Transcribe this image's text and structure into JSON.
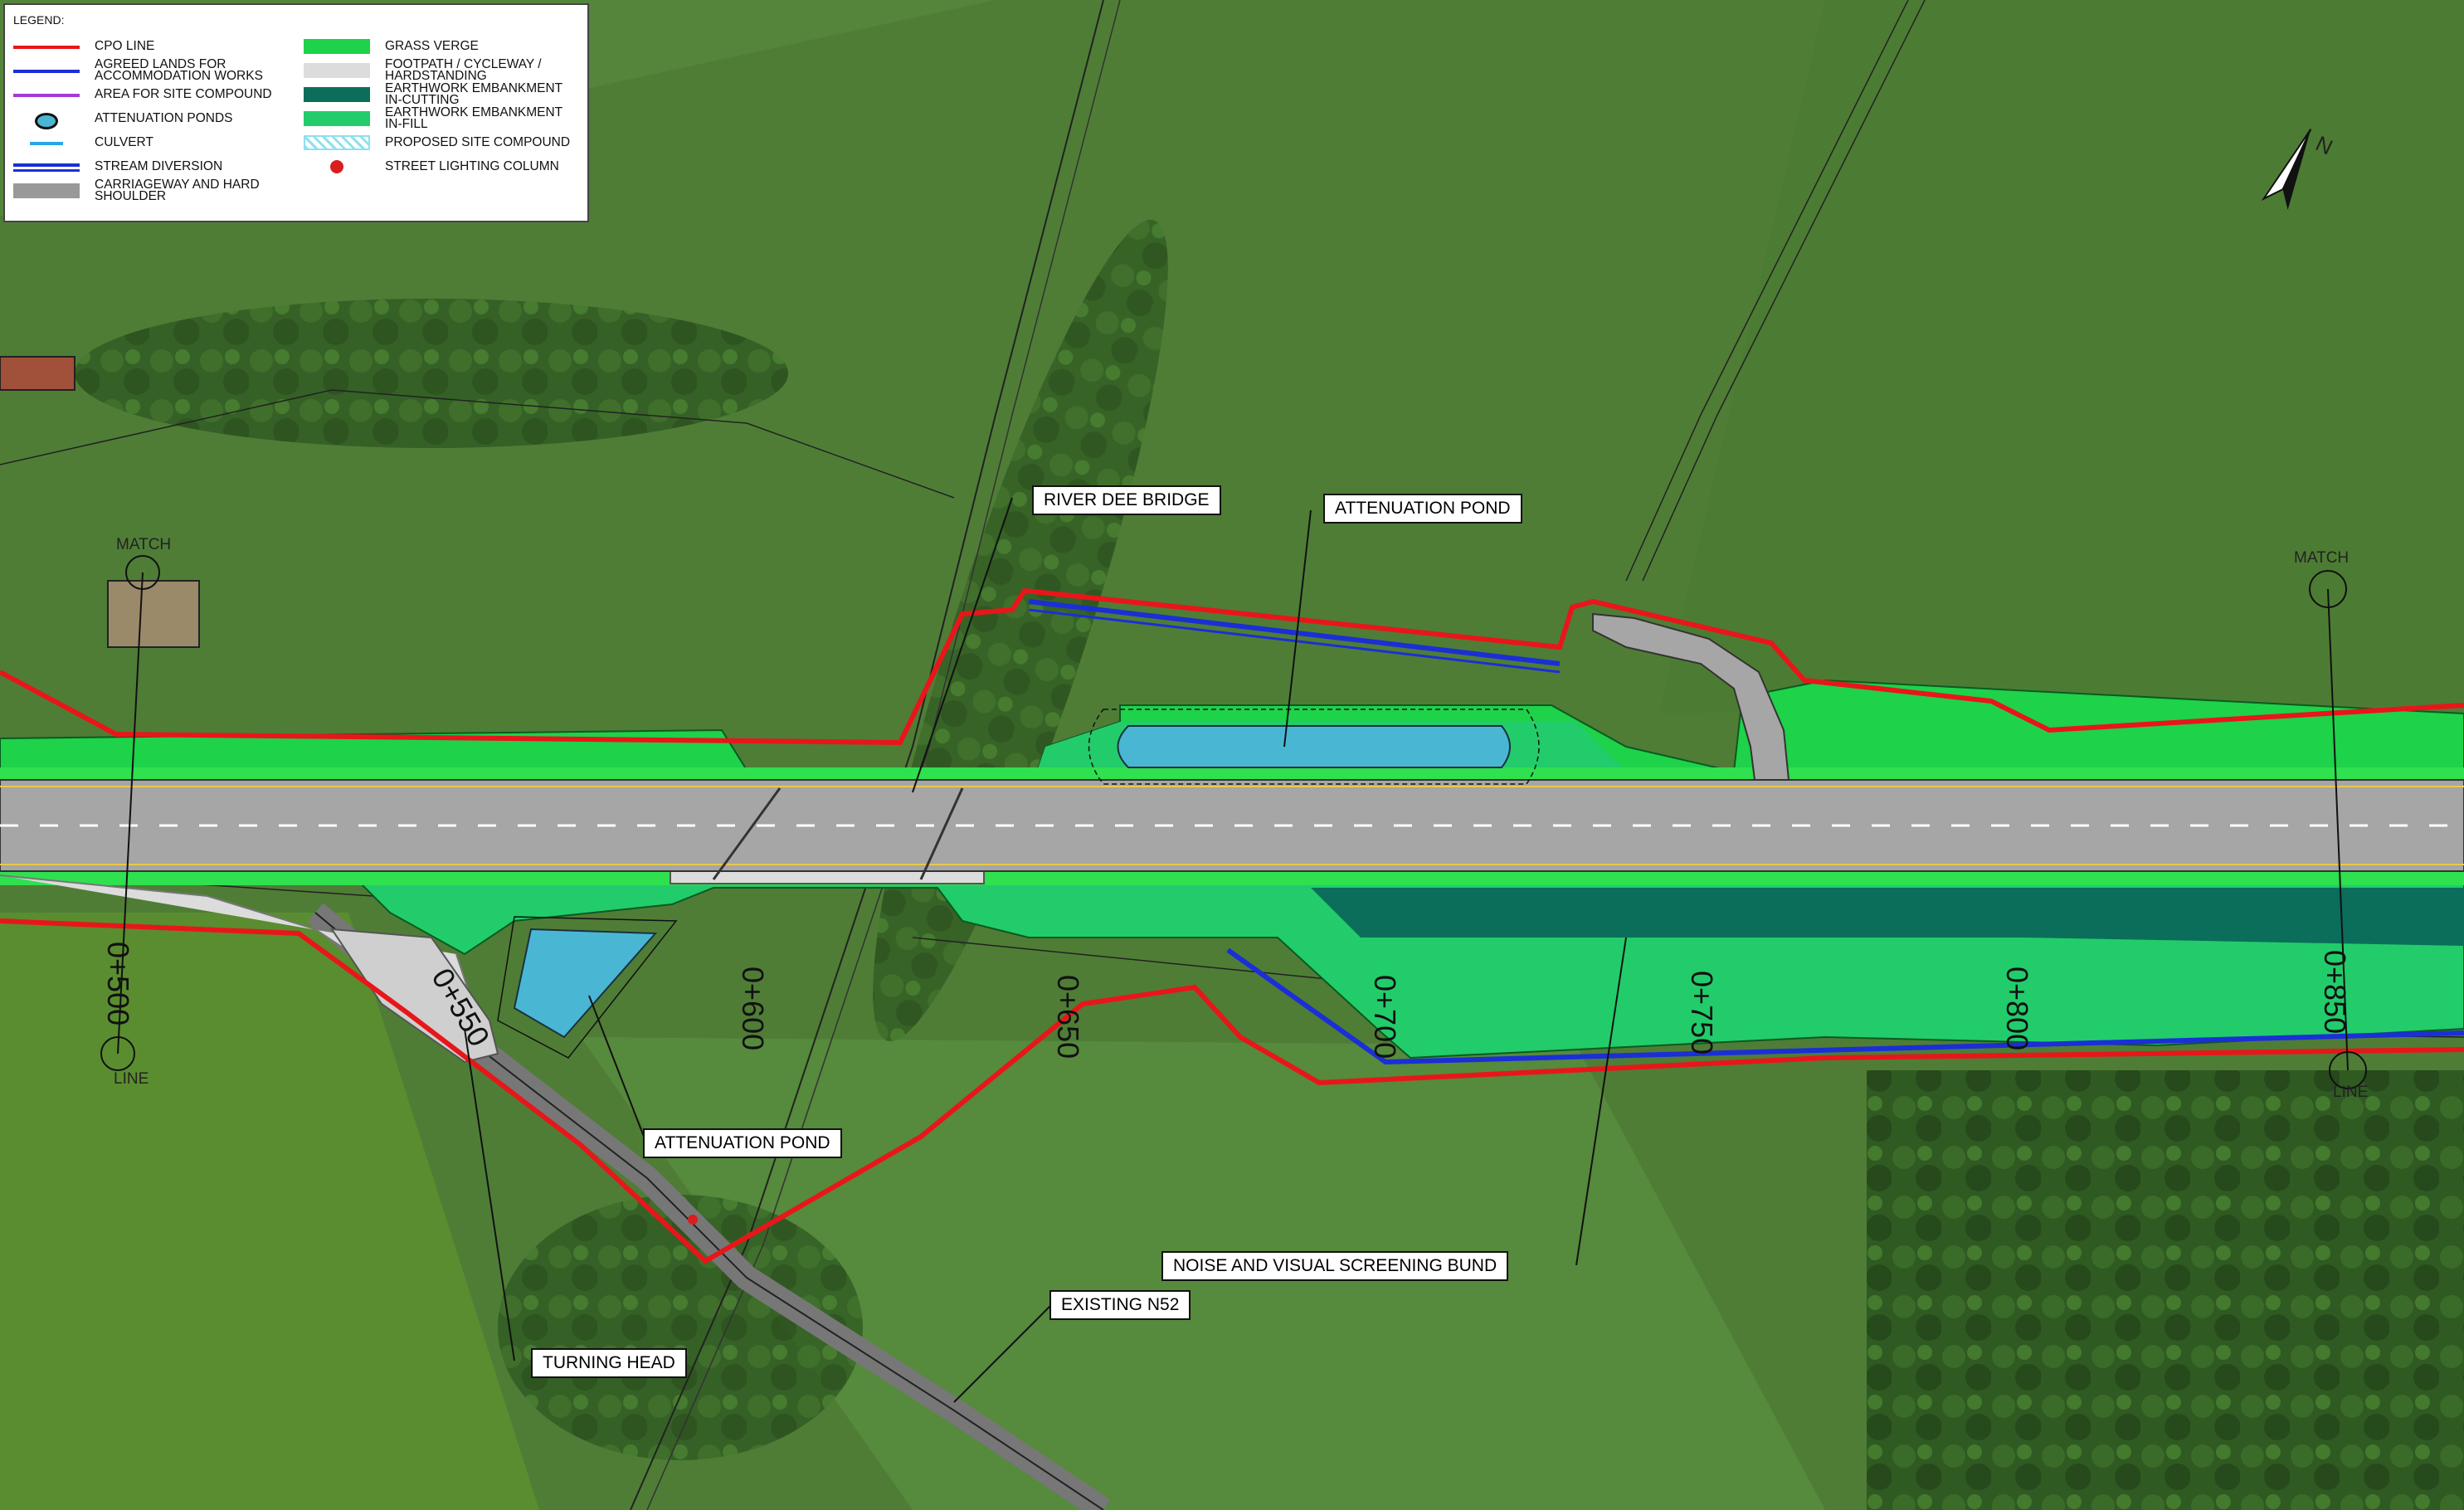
{
  "legend": {
    "title": "LEGEND:",
    "items": [
      {
        "label": "CPO LINE",
        "color": "#e8161a"
      },
      {
        "label": "AGREED LANDS FOR\nACCOMMODATION WORKS",
        "color": "#1b2fd6"
      },
      {
        "label": "AREA FOR SITE COMPOUND",
        "color": "#a43bd6"
      },
      {
        "label": "ATTENUATION PONDS",
        "color": "#111111"
      },
      {
        "label": "CULVERT",
        "color": "#2aa7e0"
      },
      {
        "label": "STREAM DIVERSION",
        "color": "#1b2fd6"
      },
      {
        "label": "CARRIAGEWAY AND HARD\nSHOULDER",
        "color": "#999999"
      },
      {
        "label": "GRASS VERGE",
        "color": "#1ed24a"
      },
      {
        "label": "FOOTPATH  / CYCLEWAY /\nHARDSTANDING",
        "color": "#dcdcdc"
      },
      {
        "label": "EARTHWORK EMBANKMENT\nIN-CUTTING",
        "color": "#0b6e5a"
      },
      {
        "label": "EARTHWORK EMBANKMENT\nIN-FILL",
        "color": "#22cc6a"
      },
      {
        "label": "PROPOSED SITE COMPOUND",
        "color": "#8fe0f0"
      },
      {
        "label": "STREET LIGHTING COLUMN",
        "color": "#d81e1e"
      }
    ]
  },
  "north_arrow": {
    "label": "N"
  },
  "match_lines": [
    {
      "top": "MATCH",
      "bottom": "LINE"
    },
    {
      "top": "MATCH",
      "bottom": "LINE"
    }
  ],
  "chainages": [
    "0+500",
    "0+550",
    "0+600",
    "0+650",
    "0+700",
    "0+750",
    "0+800",
    "0+850"
  ],
  "labels": {
    "river_dee_bridge": "RIVER DEE BRIDGE",
    "attenuation_pond_north": "ATTENUATION POND",
    "attenuation_pond_south": "ATTENUATION POND",
    "noise_bund": "NOISE AND VISUAL SCREENING BUND",
    "existing_n52": "EXISTING N52",
    "turning_head": "TURNING HEAD"
  },
  "colors": {
    "cpo": "#e8161a",
    "stream": "#1b2fd6",
    "verge": "#1ed24a",
    "embankment_fill": "#22cc6a",
    "embankment_cutting": "#0b6e5a",
    "carriageway": "#a6a6a6",
    "footpath": "#dcdcdc",
    "pond": "#49b7d4",
    "field": "#4f7d36"
  }
}
